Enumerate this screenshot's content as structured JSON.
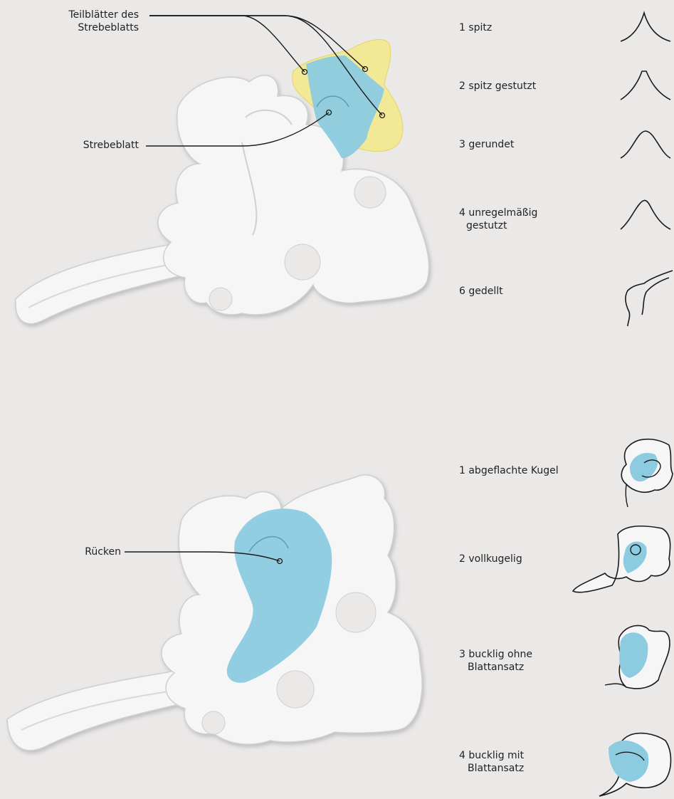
{
  "colors": {
    "background": "#ebe9e8",
    "ornament": "#f6f6f6",
    "blue": "#8ccbe0",
    "yellow": "#f2e896",
    "line": "#1a1a1a"
  },
  "top_diagram": {
    "callout_subleaves_line1": "Teilblätter des",
    "callout_subleaves_line2": "Strebeblatts",
    "callout_strut_leaf": "Strebeblatt",
    "tip_shapes": [
      {
        "label": "1 spitz",
        "icon": "pointed-curve-icon"
      },
      {
        "label": "2 spitz gestutzt",
        "icon": "pointed-truncated-curve-icon"
      },
      {
        "label": "3 gerundet",
        "icon": "rounded-curve-icon"
      },
      {
        "label_line1": "4 unregelmäßig",
        "label_line2": "gestutzt",
        "icon": "irregular-curve-icon"
      },
      {
        "label": "6 gedellt",
        "icon": "dented-curve-icon"
      }
    ]
  },
  "bottom_diagram": {
    "callout_back": "Rücken",
    "back_shapes": [
      {
        "label": "1 abgeflachte Kugel",
        "icon": "flattened-sphere-icon"
      },
      {
        "label": "2 vollkugelig",
        "icon": "full-sphere-icon"
      },
      {
        "label_line1": "3 bucklig ohne",
        "label_line2": "Blattansatz",
        "icon": "humped-no-leaf-icon"
      },
      {
        "label_line1": "4 bucklig mit",
        "label_line2": "Blattansatz",
        "icon": "humped-with-leaf-icon"
      }
    ]
  }
}
